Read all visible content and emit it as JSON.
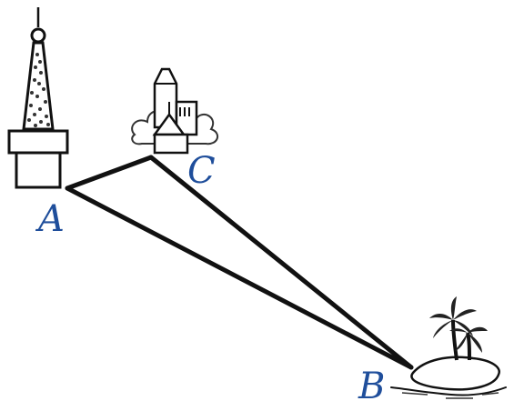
{
  "points": {
    "A": "A",
    "B": "B",
    "C": "C"
  },
  "icons": {
    "tower": "tv-tower-icon",
    "building": "church-building-icon",
    "island": "palm-island-icon"
  },
  "colors": {
    "label": "#1f4e9b",
    "line": "#111111"
  }
}
